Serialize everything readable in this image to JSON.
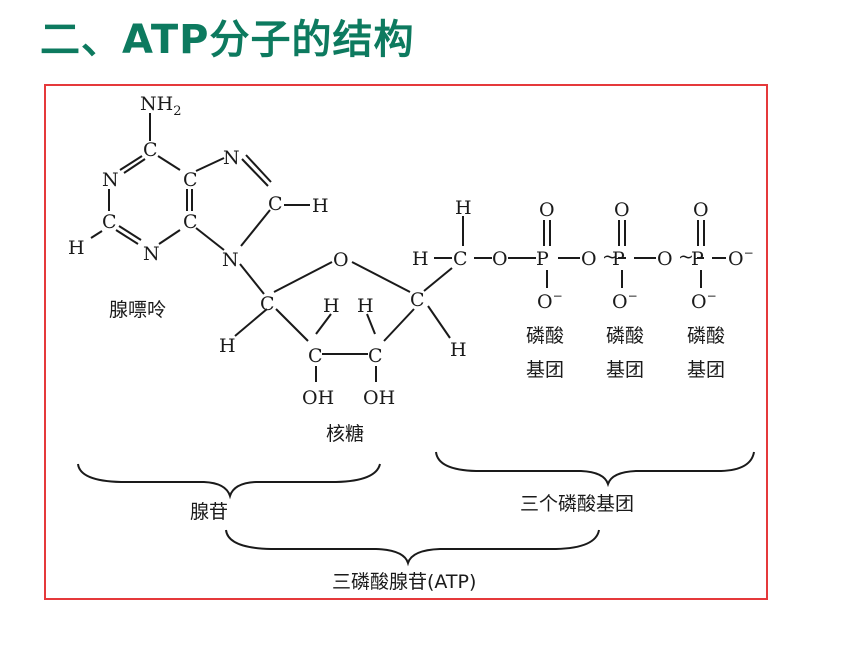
{
  "title": "二、ATP分子的结构",
  "diagram": {
    "atoms": {
      "n": "N",
      "c": "C",
      "h": "H",
      "o": "O",
      "p": "P",
      "nh2_main": "NH",
      "nh2_sub": "2",
      "oh": "OH",
      "o_minus_main": "O",
      "o_minus_sup": "−",
      "tilde": "~"
    },
    "labels": {
      "adenine": "腺嘌呤",
      "ribose": "核糖",
      "phosphate_group_line1": "磷酸",
      "phosphate_group_line2": "基团",
      "adenosine": "腺苷",
      "three_phosphate_groups": "三个磷酸基团",
      "atp": "三磷酸腺苷(ATP)"
    }
  }
}
